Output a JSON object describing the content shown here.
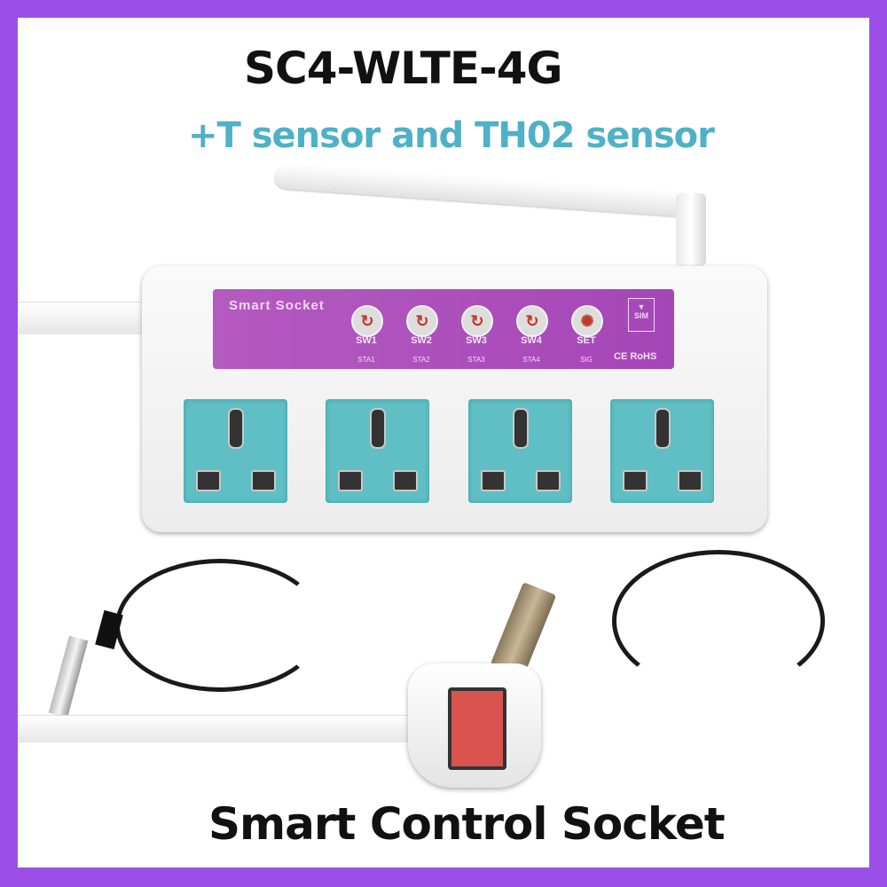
{
  "header": {
    "title": "SC4-WLTE-4G",
    "subtitle": "+T sensor and TH02 sensor"
  },
  "footer": {
    "caption": "Smart Control Socket"
  },
  "colors": {
    "frame": "#9b4fe6",
    "subtitle": "#4eb1c7",
    "panel": "#a546b8",
    "outlet": "#5fbfc4"
  },
  "device": {
    "panel_label": "Smart Socket",
    "buttons": [
      {
        "label": "SW1",
        "status": "STA1",
        "icon": "refresh-icon"
      },
      {
        "label": "SW2",
        "status": "STA2",
        "icon": "refresh-icon"
      },
      {
        "label": "SW3",
        "status": "STA3",
        "icon": "refresh-icon"
      },
      {
        "label": "SW4",
        "status": "STA4",
        "icon": "refresh-icon"
      },
      {
        "label": "SET",
        "status": "SIG",
        "icon": "sun-icon"
      }
    ],
    "sim_label": "SIM",
    "cert_label": "CE RoHS"
  }
}
